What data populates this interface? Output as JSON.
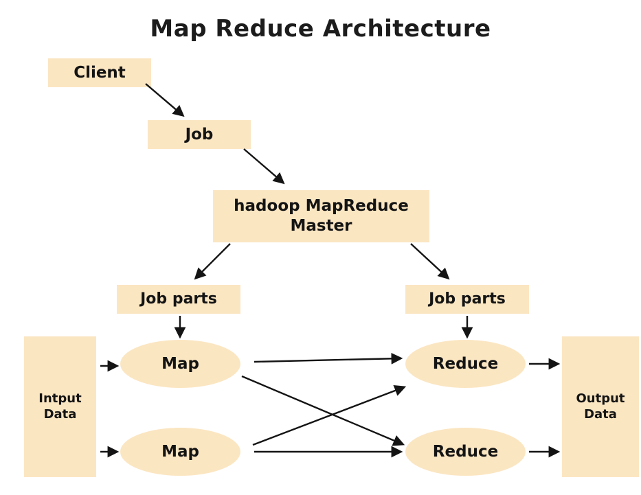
{
  "title": "Map Reduce Architecture",
  "nodes": {
    "client": {
      "label": "Client"
    },
    "job": {
      "label": "Job"
    },
    "master": {
      "label": "hadoop MapReduce\nMaster"
    },
    "job_parts_left": {
      "label": "Job parts"
    },
    "job_parts_right": {
      "label": "Job parts"
    },
    "map_1": {
      "label": "Map"
    },
    "map_2": {
      "label": "Map"
    },
    "reduce_1": {
      "label": "Reduce"
    },
    "reduce_2": {
      "label": "Reduce"
    },
    "input_data": {
      "label": "Intput\nData"
    },
    "output_data": {
      "label": "Output\nData"
    }
  },
  "colors": {
    "background": "#FFFFFF",
    "node_background": "#FBE6C2",
    "text": "#141414",
    "arrow": "#141414"
  }
}
